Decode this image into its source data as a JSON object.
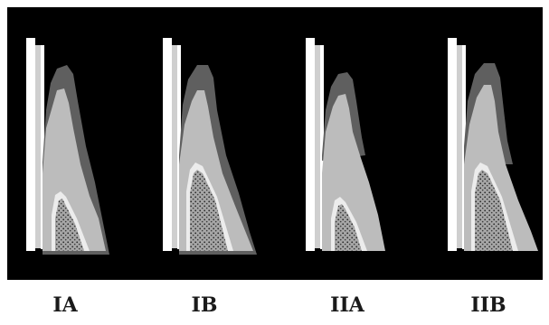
{
  "panels": [
    {
      "label": "IA"
    },
    {
      "label": "IB"
    },
    {
      "label": "IIA"
    },
    {
      "label": "IIB"
    }
  ],
  "colors": {
    "background": "#000000",
    "gingiva": "#5f5f5f",
    "bone": "#b9b9b9",
    "tooth": "#ffffff",
    "canal": "#c8c8c8",
    "pulp": "#8c8c8c"
  }
}
